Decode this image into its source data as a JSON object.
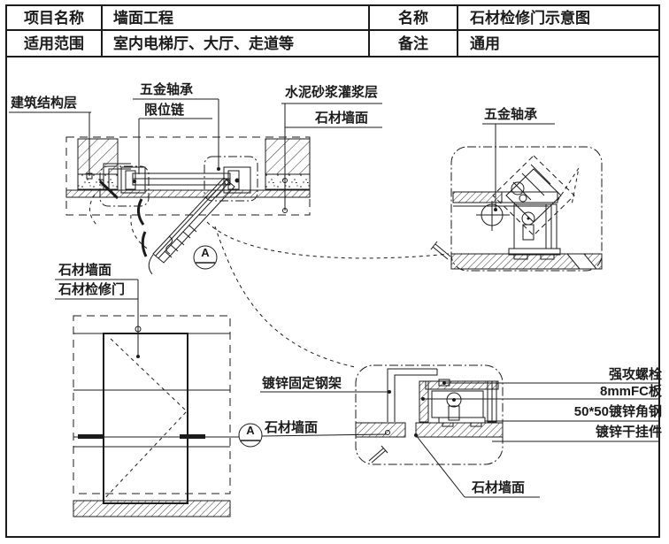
{
  "title_block": {
    "r1c1": "项目名称",
    "r1c2": "墙面工程",
    "r1c3": "名称",
    "r1c4": "石材检修门示意图",
    "r2c1": "适用范围",
    "r2c2": "室内电梯厅、大厅、走道等",
    "r2c3": "备注",
    "r2c4": "通用"
  },
  "plan_view": {
    "building_structure_layer": "建筑结构层",
    "hardware_bearing": "五金轴承",
    "limit_chain": "限位链",
    "cement_mortar_grout_layer": "水泥砂浆灌浆层",
    "stone_wall": "石材墙面",
    "section_marker": "A"
  },
  "bearing_detail": {
    "hardware_bearing": "五金轴承"
  },
  "elevation_view": {
    "stone_wall": "石材墙面",
    "stone_access_door": "石材检修门",
    "section_marker": "A"
  },
  "section_detail": {
    "galvanized_fixed_steel_frame": "镀锌固定钢架",
    "stone_wall_left": "石材墙面",
    "stone_wall_bottom": "石材墙面",
    "self_tapping_bolt": "强攻螺栓",
    "fc_board": "8mmFC板",
    "galvanized_angle_steel": "50*50镀锌角钢",
    "galvanized_dry_hanger": "镀锌干挂件"
  },
  "colors": {
    "ink": "#1b1b1b",
    "paper": "#ffffff"
  }
}
